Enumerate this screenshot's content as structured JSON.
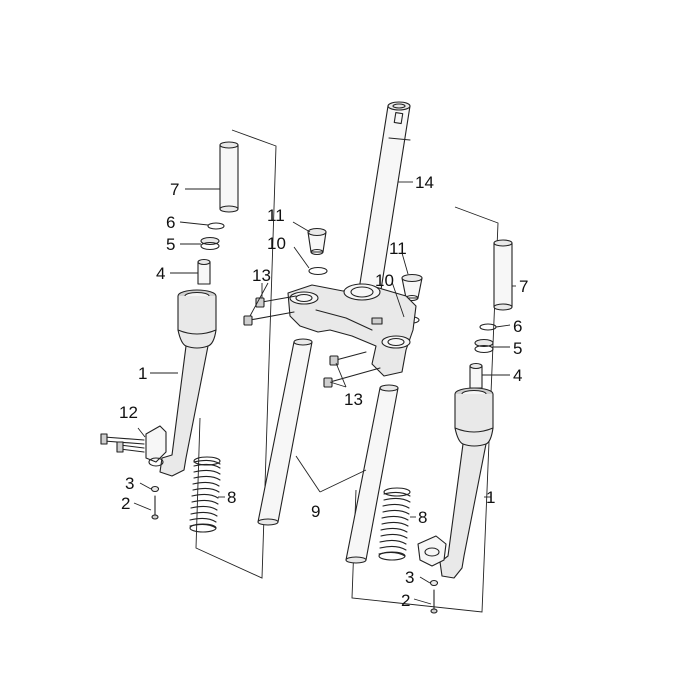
{
  "callouts": [
    {
      "id": "c7l",
      "text": "7"
    },
    {
      "id": "c6l",
      "text": "6"
    },
    {
      "id": "c5l",
      "text": "5"
    },
    {
      "id": "c4l",
      "text": "4"
    },
    {
      "id": "c1l",
      "text": "1"
    },
    {
      "id": "c12l",
      "text": "12"
    },
    {
      "id": "c3l",
      "text": "3"
    },
    {
      "id": "c2l",
      "text": "2"
    },
    {
      "id": "c8l",
      "text": "8"
    },
    {
      "id": "c11a",
      "text": "11"
    },
    {
      "id": "c10a",
      "text": "10"
    },
    {
      "id": "c13a",
      "text": "13"
    },
    {
      "id": "c14",
      "text": "14"
    },
    {
      "id": "c11b",
      "text": "11"
    },
    {
      "id": "c10b",
      "text": "10"
    },
    {
      "id": "c13b",
      "text": "13"
    },
    {
      "id": "c9",
      "text": "9"
    },
    {
      "id": "c7r",
      "text": "7"
    },
    {
      "id": "c6r",
      "text": "6"
    },
    {
      "id": "c5r",
      "text": "5"
    },
    {
      "id": "c4r",
      "text": "4"
    },
    {
      "id": "c1r",
      "text": "1"
    },
    {
      "id": "c8r",
      "text": "8"
    },
    {
      "id": "c3r",
      "text": "3"
    },
    {
      "id": "c2r",
      "text": "2"
    }
  ]
}
